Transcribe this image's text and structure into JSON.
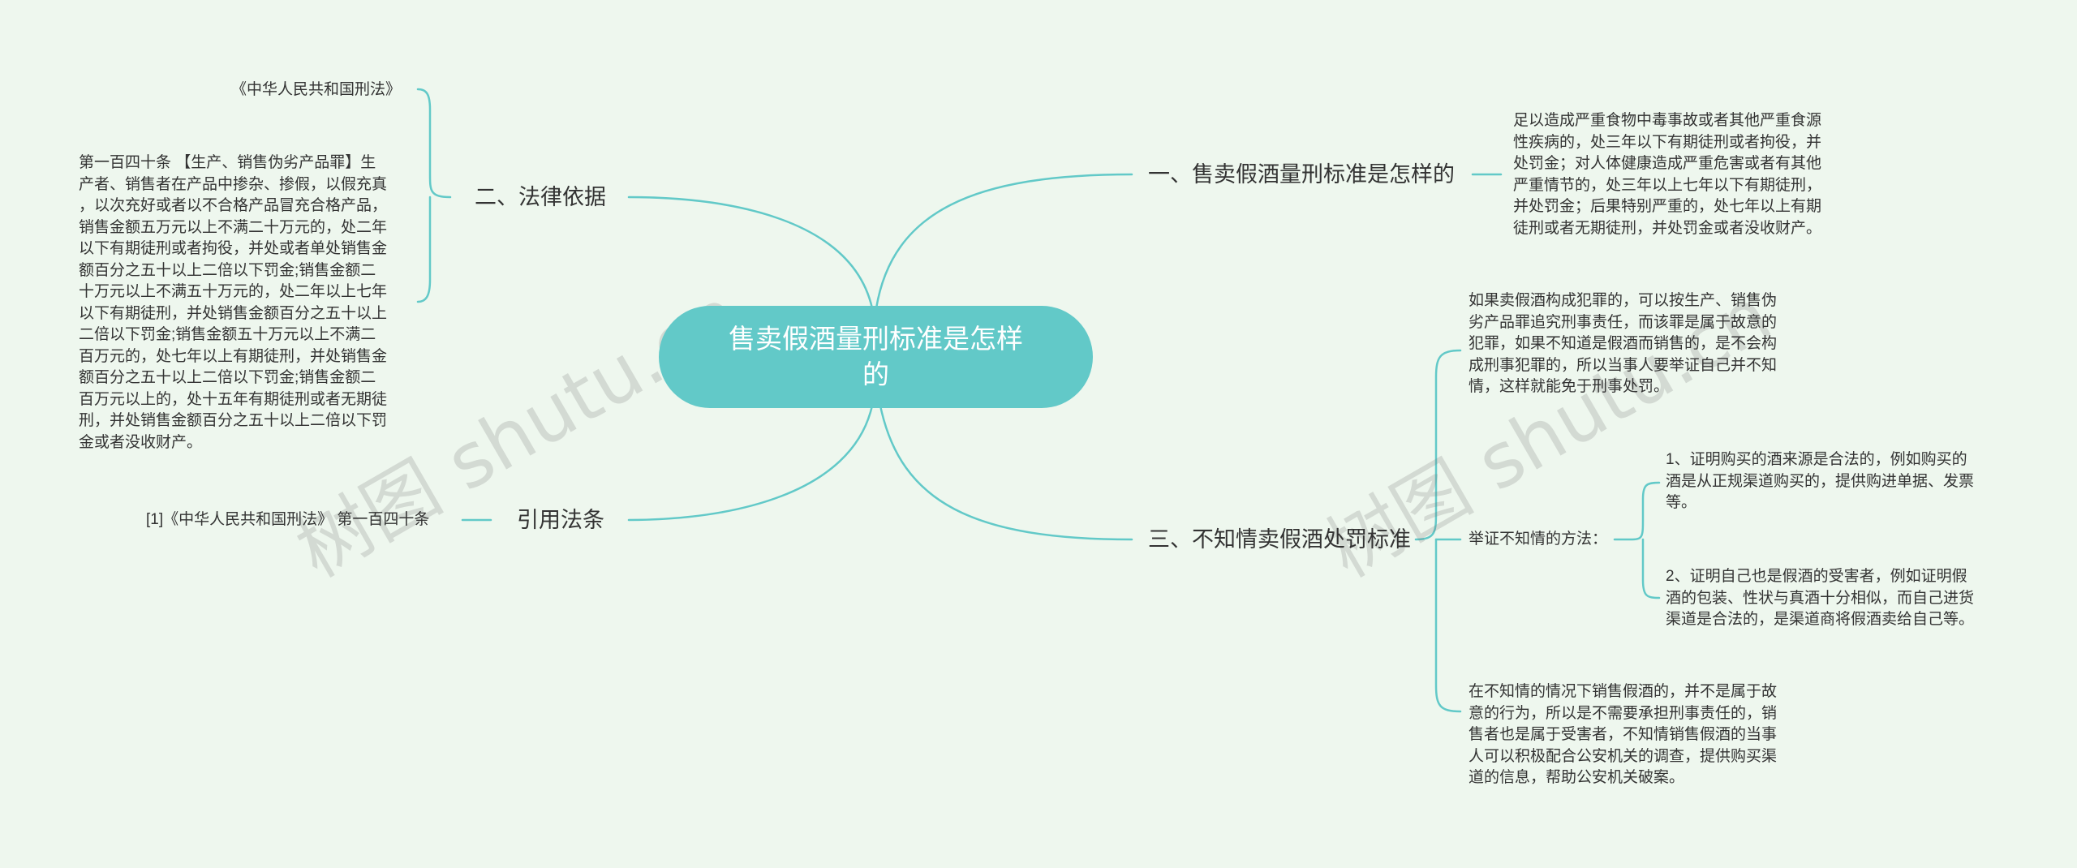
{
  "root": {
    "title": "售卖假酒量刑标准是怎样的"
  },
  "colors": {
    "background": "#eef7ee",
    "root_fill": "#62c9c8",
    "link": "#62c9c8"
  },
  "branches": {
    "b1": {
      "label": "一、售卖假酒量刑标准是怎样的",
      "detail": "足以造成严重食物中毒事故或者其他严重食源\n性疾病的，处三年以下有期徒刑或者拘役，并\n处罚金；对人体健康造成严重危害或者有其他\n严重情节的，处三年以上七年以下有期徒刑，\n并处罚金；后果特别严重的，处七年以上有期\n徒刑或者无期徒刑，并处罚金或者没收财产。"
    },
    "b2": {
      "label": "二、法律依据",
      "source": "《中华人民共和国刑法》",
      "article": "第一百四十条 【生产、销售伪劣产品罪】生\n产者、销售者在产品中掺杂、掺假，以假充真\n，以次充好或者以不合格产品冒充合格产品，\n销售金额五万元以上不满二十万元的，处二年\n以下有期徒刑或者拘役，并处或者单处销售金\n额百分之五十以上二倍以下罚金;销售金额二\n十万元以上不满五十万元的，处二年以上七年\n以下有期徒刑，并处销售金额百分之五十以上\n二倍以下罚金;销售金额五十万元以上不满二\n百万元的，处七年以上有期徒刑，并处销售金\n额百分之五十以上二倍以下罚金;销售金额二\n百万元以上的，处十五年有期徒刑或者无期徒\n刑，并处销售金额百分之五十以上二倍以下罚\n金或者没收财产。"
    },
    "b3": {
      "label": "三、不知情卖假酒处罚标准",
      "intro": "如果卖假酒构成犯罪的，可以按生产、销售伪\n劣产品罪追究刑事责任，而该罪是属于故意的\n犯罪，如果不知道是假酒而销售的，是不会构\n成刑事犯罪的，所以当事人要举证自己并不知\n情，这样就能免于刑事处罚。",
      "method_label": "举证不知情的方法：",
      "method_1": "1、证明购买的酒来源是合法的，例如购买的\n酒是从正规渠道购买的，提供购进单据、发票\n等。",
      "method_2": "2、证明自己也是假酒的受害者，例如证明假\n酒的包装、性状与真酒十分相似，而自己进货\n渠道是合法的，是渠道商将假酒卖给自己等。",
      "outro": "在不知情的情况下销售假酒的，并不是属于故\n意的行为，所以是不需要承担刑事责任的，销\n售者也是属于受害者，不知情销售假酒的当事\n人可以积极配合公安机关的调查，提供购买渠\n道的信息，帮助公安机关破案。"
    },
    "b4": {
      "label": "引用法条",
      "citation": "[1]《中华人民共和国刑法》 第一百四十条"
    }
  },
  "watermarks": [
    "树图 shutu.cn",
    "树图 shutu.cn"
  ]
}
